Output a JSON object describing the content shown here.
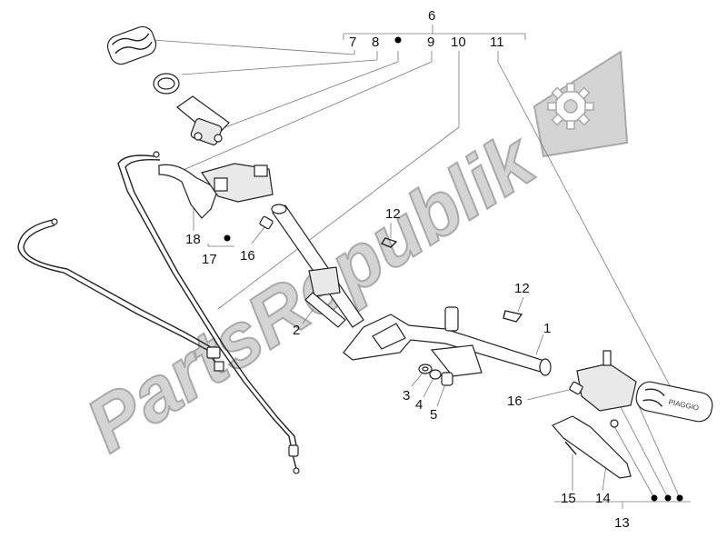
{
  "watermark": {
    "text": "PartsRepublik",
    "color": "#d4d4d4",
    "icon": "gear-icon"
  },
  "labels": {
    "c1": "1",
    "c2": "2",
    "c3": "3",
    "c4": "4",
    "c5": "5",
    "c6": "6",
    "c7": "7",
    "c8": "8",
    "c9": "9",
    "c10": "10",
    "c11": "11",
    "c12a": "12",
    "c12b": "12",
    "c13": "13",
    "c14": "14",
    "c15": "15",
    "c16a": "16",
    "c16b": "16",
    "c17": "17",
    "c18": "18"
  },
  "grip_logo": "PIAGGIO"
}
